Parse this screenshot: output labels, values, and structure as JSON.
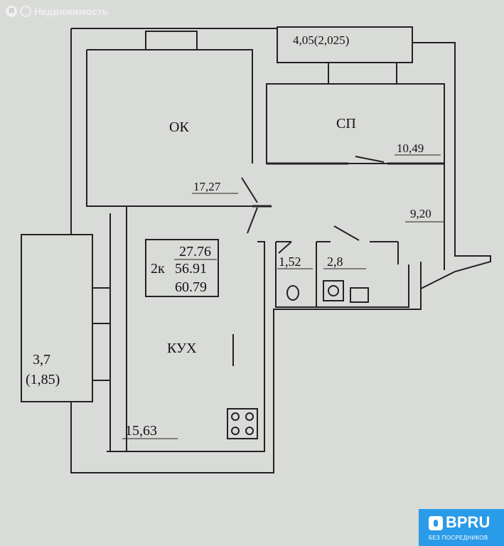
{
  "watermark": {
    "brand": "Недвижимость",
    "logo_letter": "Я"
  },
  "plan": {
    "balcony_top": "4,05(2,025)",
    "living_room": {
      "name": "ОК",
      "area": "17,27"
    },
    "bedroom": {
      "name": "СП",
      "area": "10,49"
    },
    "hallway": {
      "area": "9,20"
    },
    "kitchen": {
      "name": "КУХ",
      "area": "15,63"
    },
    "bathroom": {
      "area": "1,52"
    },
    "toilet": {
      "area": "2,8"
    },
    "balcony_left": {
      "area": "3,7",
      "area_half": "(1,85)"
    },
    "summary": {
      "rooms": "2к",
      "living": "27.76",
      "total": "56.91",
      "total_with_balcony": "60.79"
    }
  },
  "badge": {
    "title": "BPRU",
    "subtitle": "БЕЗ ПОСРЕДНИКОВ",
    "color": "#2a9be8"
  }
}
